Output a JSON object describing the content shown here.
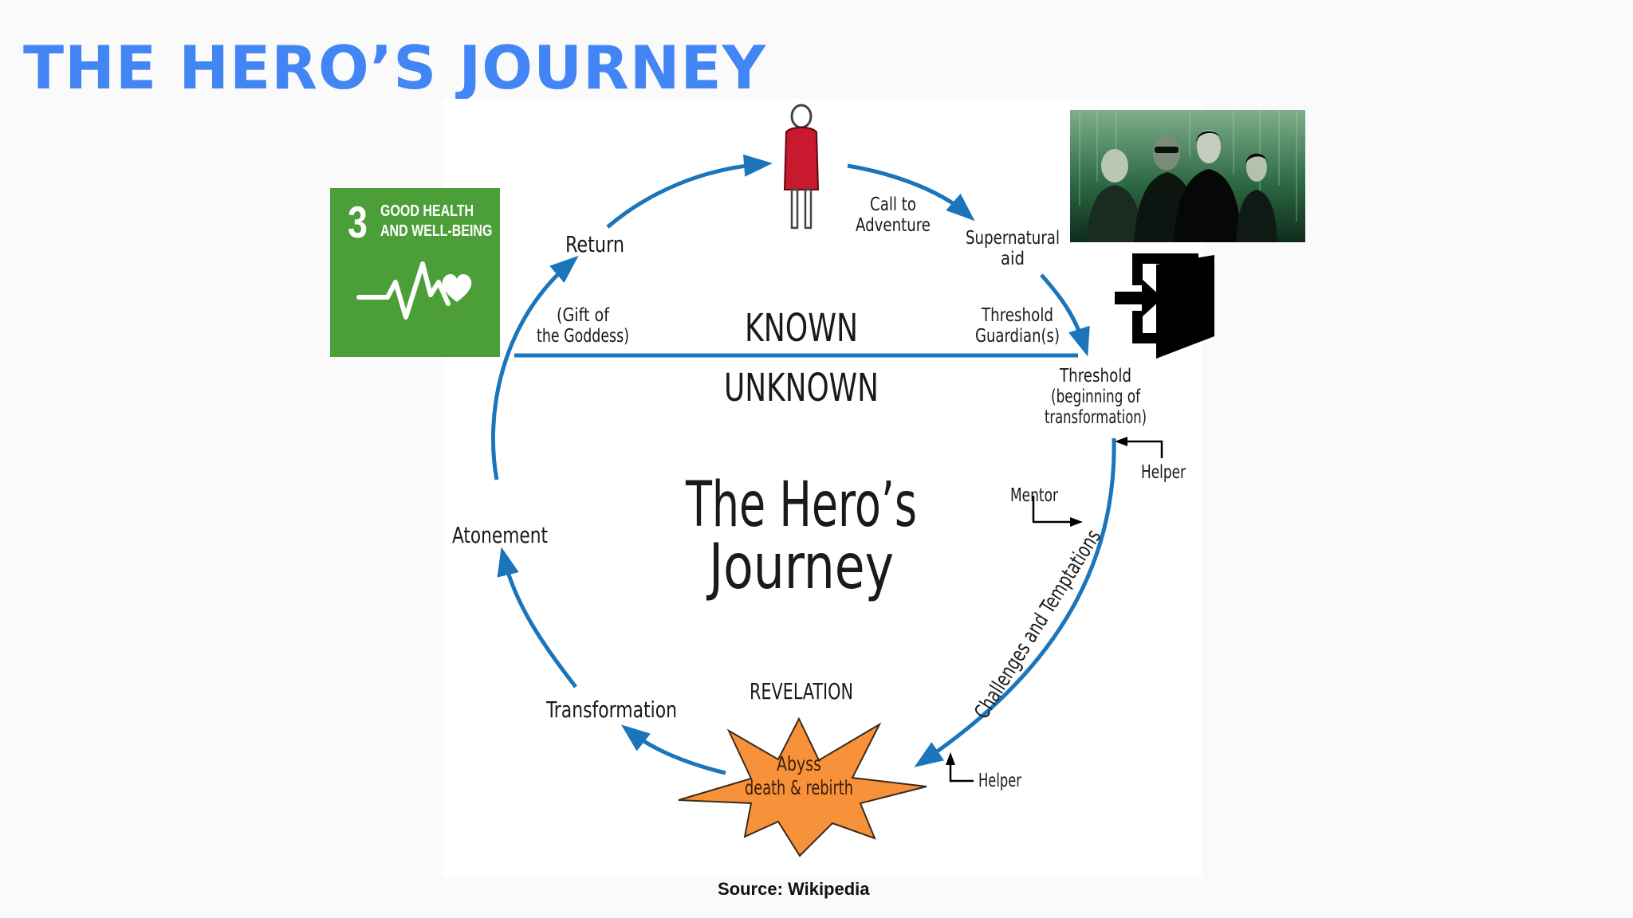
{
  "slide": {
    "title": "THE HERO’S JOURNEY",
    "source": "Source: Wikipedia"
  },
  "sdg": {
    "number": "3",
    "label_line1": "GOOD HEALTH",
    "label_line2": "AND WELL-BEING",
    "color": "#4c9f38",
    "icon": "heartbeat-heart-icon"
  },
  "photo": {
    "subject": "four figures in black leather coats on a green digital background"
  },
  "exit_icon": {
    "icon": "door-enter-icon"
  },
  "diagram": {
    "center_title_line1": "The Hero’s",
    "center_title_line2": "Journey",
    "known": "KNOWN",
    "unknown": "UNKNOWN",
    "call_line1": "Call to",
    "call_line2": "Adventure",
    "aid_line1": "Supernatural",
    "aid_line2": "aid",
    "guardian_line1": "Threshold",
    "guardian_line2": "Guardian(s)",
    "threshold_line1": "Threshold",
    "threshold_line2": "(beginning of",
    "threshold_line3": "transformation)",
    "helper_top": "Helper",
    "mentor": "Mentor",
    "challenges": "Challenges and Temptations",
    "helper_bottom": "Helper",
    "revelation": "REVELATION",
    "abyss_line1": "Abyss",
    "abyss_line2": "death & rebirth",
    "transformation": "Transformation",
    "atonement": "Atonement",
    "return": "Return",
    "gift_line1": "(Gift of",
    "gift_line2": "the Goddess)",
    "arrow_color": "#1b75bb",
    "star_color": "#f7923a",
    "figure_color": "#c8192e"
  }
}
